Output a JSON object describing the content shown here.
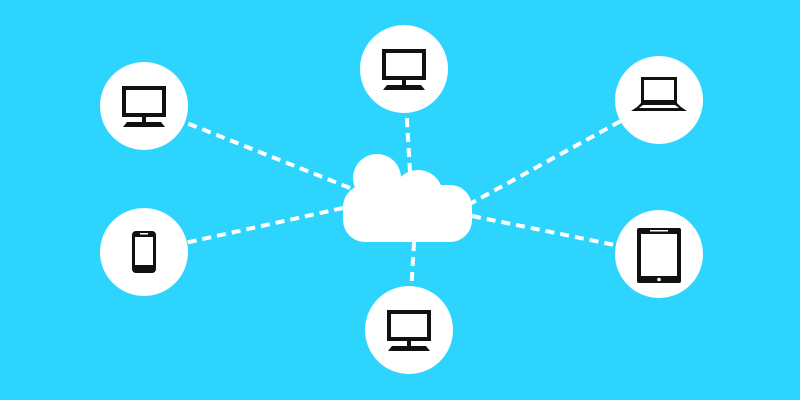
{
  "colors": {
    "background": "#2DD4FD",
    "foreground": "#FFFFFF",
    "icon": "#111111"
  },
  "hub": {
    "icon": "cloud-icon"
  },
  "nodes": [
    {
      "id": "top-left",
      "icon": "desktop-monitor-icon"
    },
    {
      "id": "top-center",
      "icon": "desktop-monitor-icon"
    },
    {
      "id": "top-right",
      "icon": "laptop-icon"
    },
    {
      "id": "middle-left",
      "icon": "smartphone-icon"
    },
    {
      "id": "bottom-center",
      "icon": "desktop-monitor-icon"
    },
    {
      "id": "middle-right",
      "icon": "tablet-icon"
    }
  ]
}
